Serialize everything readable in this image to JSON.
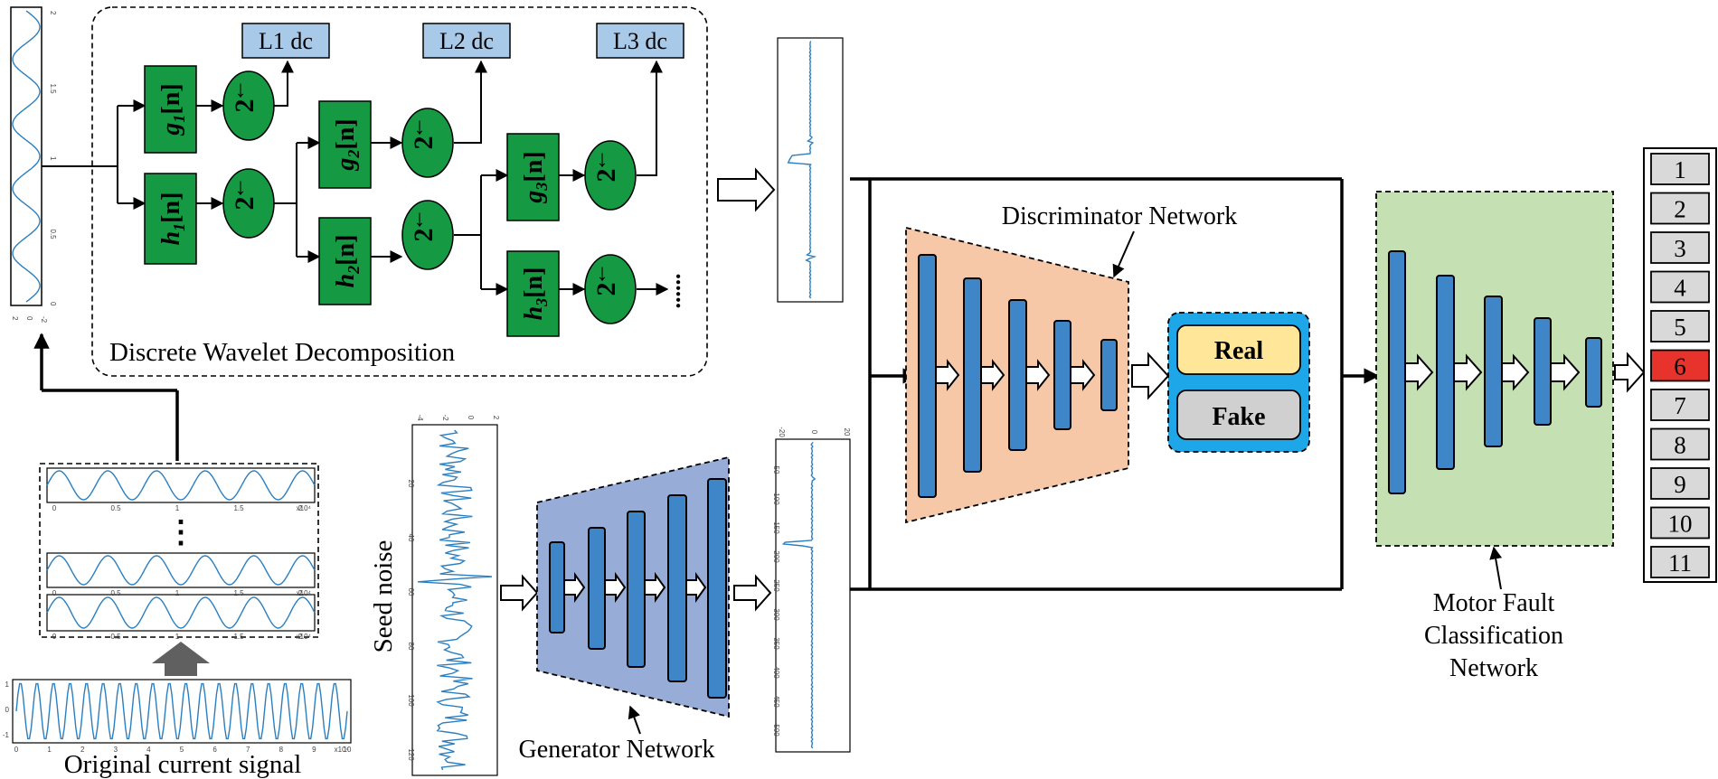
{
  "dwt": {
    "title": "Discrete Wavelet Decomposition",
    "dc_labels": [
      "L1 dc",
      "L2 dc",
      "L3 dc"
    ],
    "filters_g": [
      {
        "base": "g",
        "sub": "1",
        "arg": "[n]"
      },
      {
        "base": "g",
        "sub": "2",
        "arg": "[n]"
      },
      {
        "base": "g",
        "sub": "3",
        "arg": "[n]"
      }
    ],
    "filters_h": [
      {
        "base": "h",
        "sub": "1",
        "arg": "[n]"
      },
      {
        "base": "h",
        "sub": "2",
        "arg": "[n]"
      },
      {
        "base": "h",
        "sub": "3",
        "arg": "[n]"
      }
    ],
    "downsample": "2",
    "ellipsis": "......"
  },
  "signals": {
    "original": "Original current signal",
    "seed": "Seed noise",
    "vertical_ticks": [
      "2",
      "1.5",
      "1",
      "0.5",
      "0"
    ],
    "vertical_bottom_ticks": [
      "2",
      "0",
      "-2"
    ],
    "orig_ticks": [
      "1",
      "0",
      "-1"
    ],
    "orig_x_ticks": [
      "0",
      "1",
      "2",
      "3",
      "4",
      "5",
      "6",
      "7",
      "8",
      "9",
      "10"
    ],
    "orig_exp": "x10⁴",
    "seed_ticks": [
      "20",
      "40",
      "60",
      "80",
      "100",
      "120"
    ],
    "seed_top_ticks": [
      "-4",
      "-2",
      "0",
      "2"
    ],
    "stack_ticks": [
      "0",
      "0.5",
      "1",
      "1.5",
      "2"
    ],
    "stack_exp": "x10⁴",
    "gen_out_ticks": [
      "50",
      "100",
      "150",
      "200",
      "250",
      "300",
      "350",
      "400",
      "450",
      "500"
    ],
    "gen_out_top_ticks": [
      "-20",
      "0",
      "20"
    ],
    "stack_dots": "⋮"
  },
  "networks": {
    "generator": "Generator Network",
    "discriminator": "Discriminator Network",
    "real": "Real",
    "fake": "Fake",
    "classifier_lines": [
      "Motor Fault",
      "Classification",
      "Network"
    ]
  },
  "classes": {
    "items": [
      "1",
      "2",
      "3",
      "4",
      "5",
      "6",
      "7",
      "8",
      "9",
      "10",
      "11"
    ],
    "highlighted": "6",
    "highlight_color": "#e8322c",
    "cell_color": "#d9d9d9"
  },
  "colors": {
    "filter": "#159a43",
    "dc": "#a9c9e8",
    "layer": "#3f86c8",
    "generator_bg": "#98acd8",
    "discriminator_bg": "#f6c8a8",
    "classifier_bg": "#c5e0b3",
    "real_box": "#ffe699",
    "fake_box": "#d0d0d0",
    "output_frame": "#1ea7e8"
  }
}
